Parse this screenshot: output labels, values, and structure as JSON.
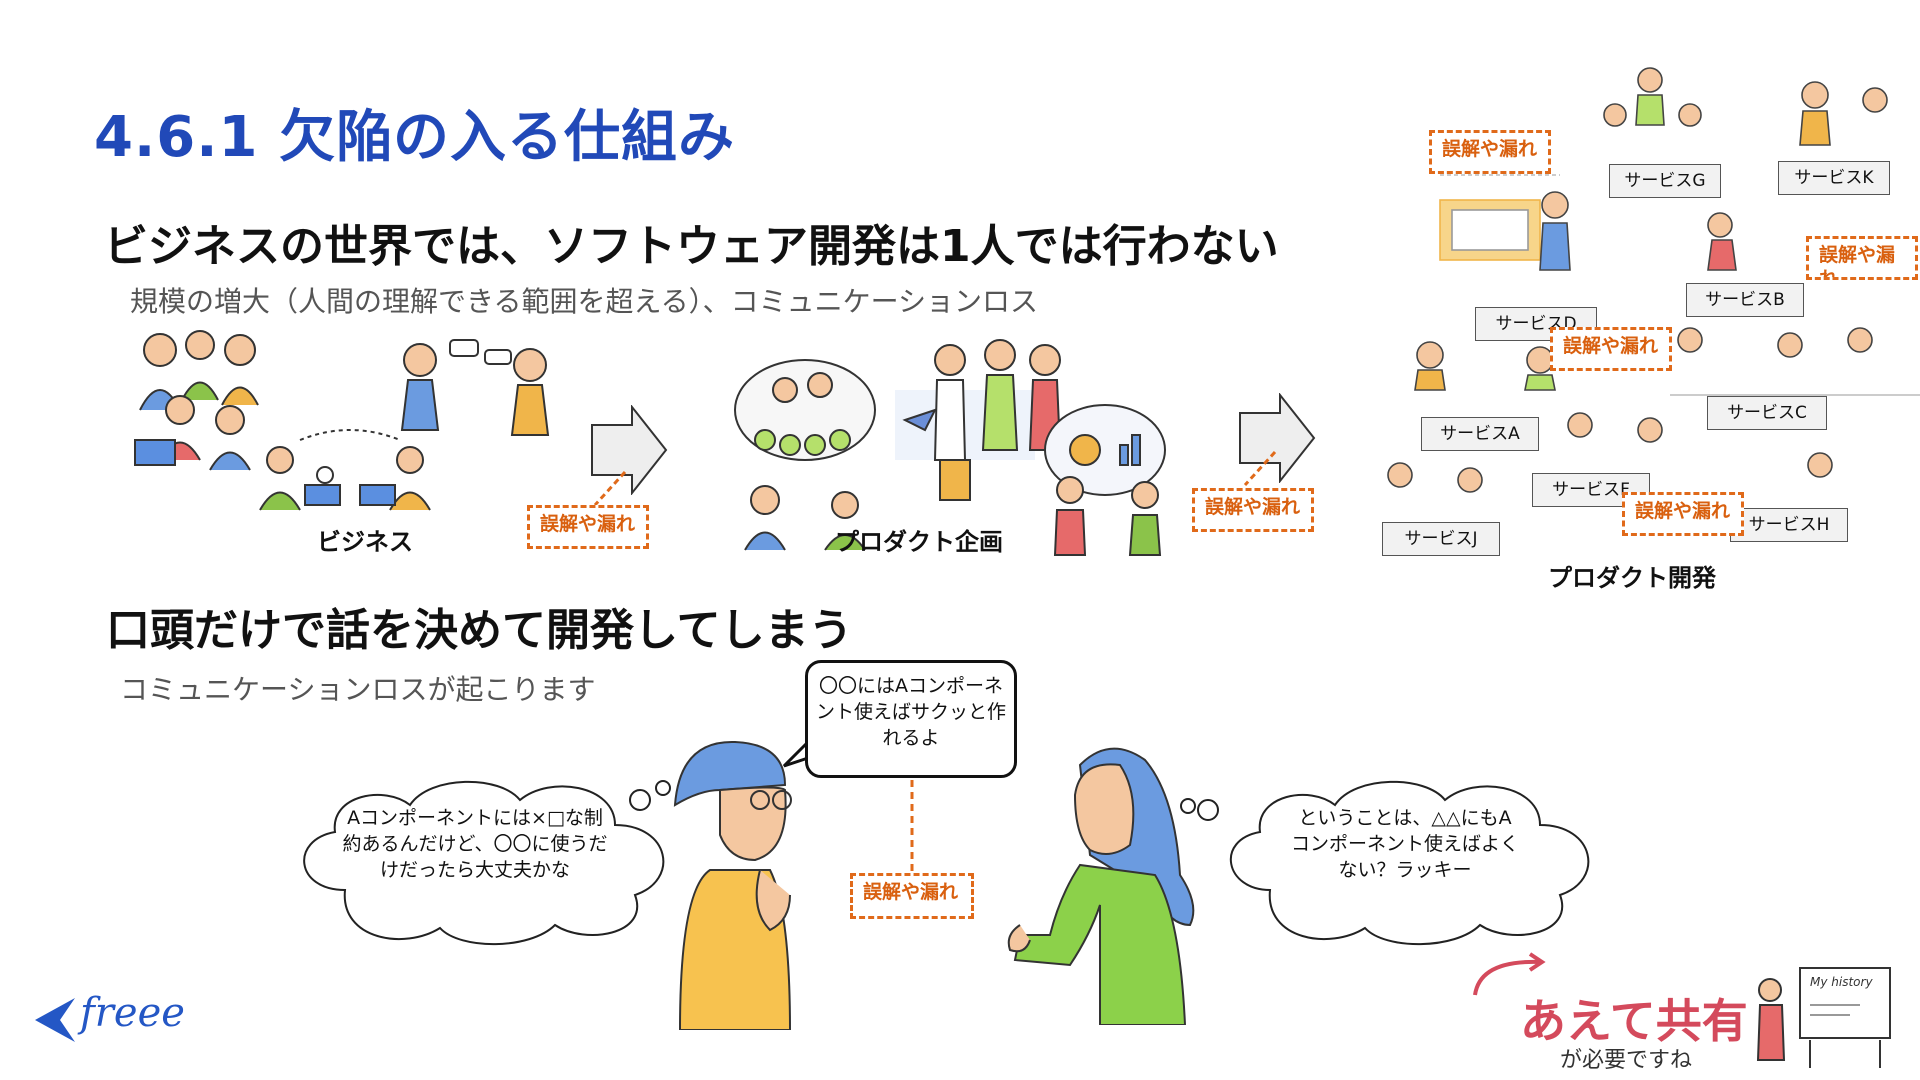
{
  "title": "4.6.1 欠陥の入る仕組み",
  "section1": {
    "heading": "ビジネスの世界では、ソフトウェア開発は1人では行わない",
    "subtext": "規模の増大（人間の理解できる範囲を超える）、コミュニケーションロス",
    "labels": {
      "business": "ビジネス",
      "planning": "プロダクト企画",
      "development": "プロダクト開発"
    },
    "misunderstanding": "誤解や漏れ",
    "services": [
      "サービスG",
      "サービスK",
      "サービスB",
      "サービスD",
      "サービスA",
      "サービスC",
      "サービスF",
      "サービスJ",
      "サービスH"
    ]
  },
  "section2": {
    "heading": "口頭だけで話を決めて開発してしまう",
    "subtext": "コミュニケーションロスが起こります",
    "speech": "〇〇にはAコンポーネント使えばサクッと作れるよ",
    "thought_left": "Aコンポーネントには×□な制約あるんだけど、〇〇に使うだけだったら大丈夫かな",
    "thought_right": "ということは、△△にもAコンポーネント使えばよくない？ラッキー",
    "misunderstanding": "誤解や漏れ"
  },
  "footer": {
    "logo": "freee",
    "share_big": "あえて共有",
    "share_small": "が必要ですね",
    "board_text": "My history"
  },
  "colors": {
    "title_blue": "#2149b8",
    "accent_orange": "#e06a1a",
    "share_red": "#d44a5c"
  }
}
